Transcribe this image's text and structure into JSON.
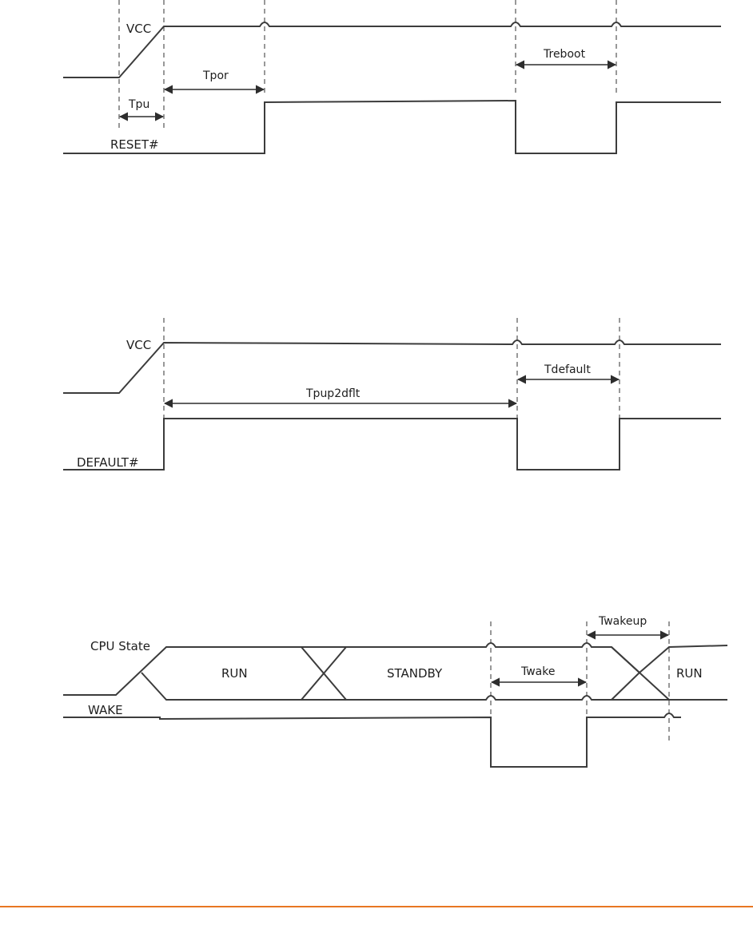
{
  "diagrams": {
    "reset": {
      "vcc_label": "VCC",
      "signal_label": "RESET#",
      "tpu_label": "Tpu",
      "tpor_label": "Tpor",
      "treboot_label": "Treboot"
    },
    "default": {
      "vcc_label": "VCC",
      "signal_label": "DEFAULT#",
      "tpup2dflt_label": "Tpup2dflt",
      "tdefault_label": "Tdefault"
    },
    "wake": {
      "cpu_label": "CPU State",
      "wake_label": "WAKE",
      "run1_label": "RUN",
      "standby_label": "STANDBY",
      "run2_label": "RUN",
      "twake_label": "Twake",
      "twakeup_label": "Twakeup"
    }
  },
  "colors": {
    "footer_rule": "#e87722",
    "signal": "#3c3c3c"
  }
}
